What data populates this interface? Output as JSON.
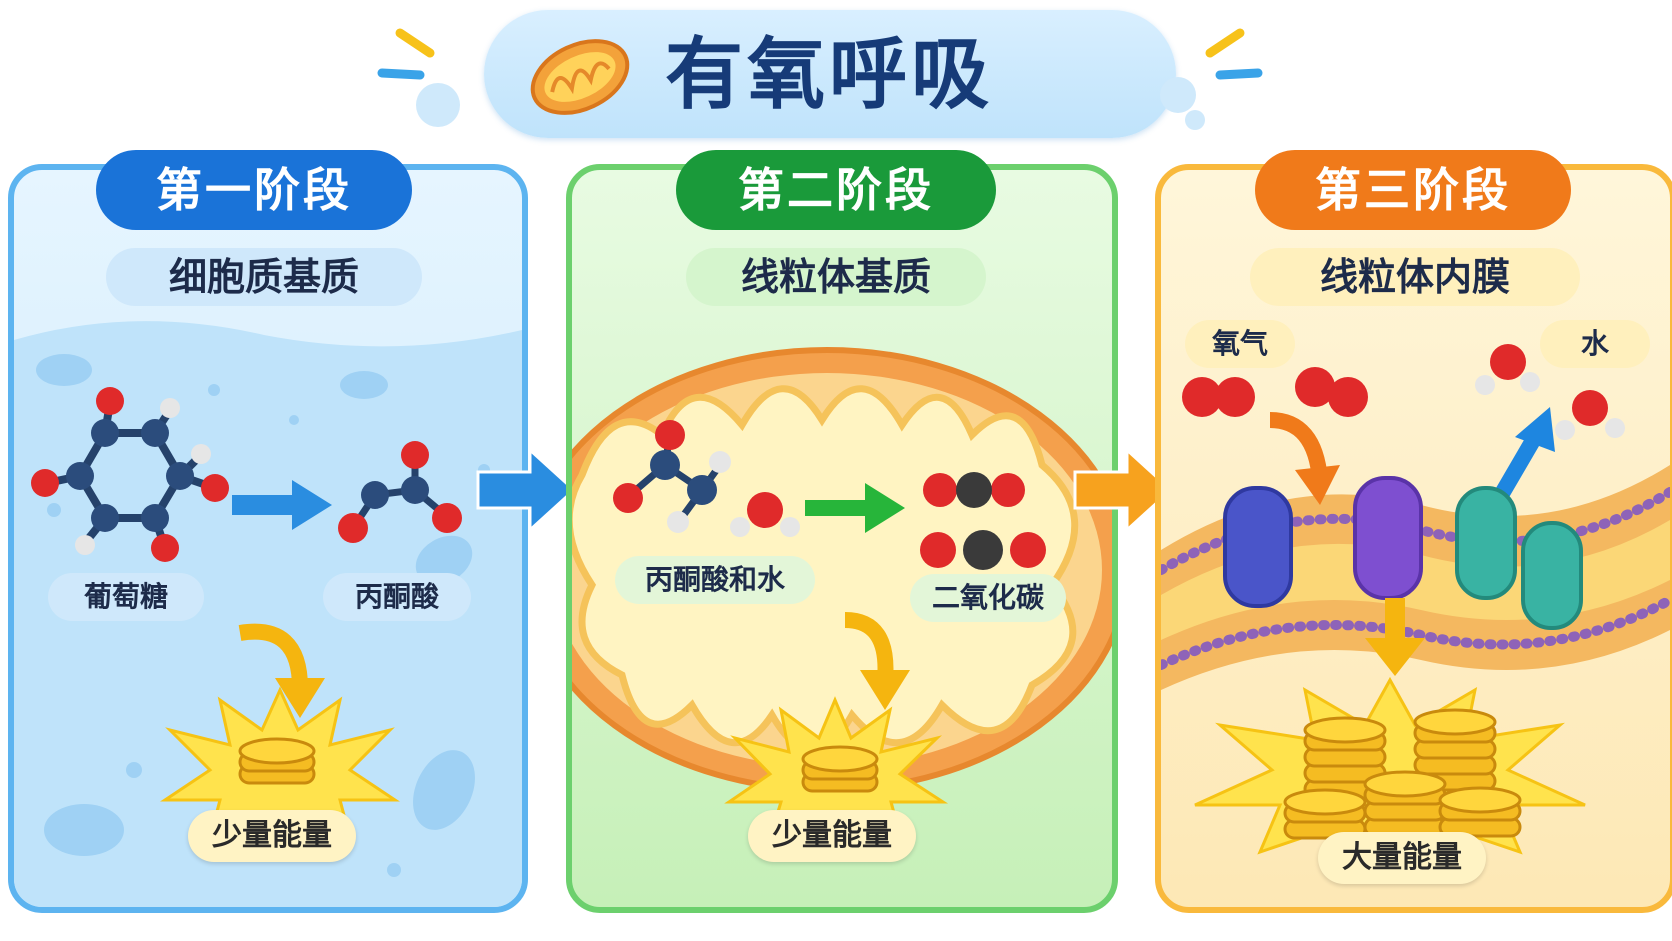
{
  "title": "有氧呼吸",
  "stages": [
    {
      "tab": "第一阶段",
      "location": "细胞质基质",
      "reactant": "葡萄糖",
      "product": "丙酮酸",
      "energy": "少量能量"
    },
    {
      "tab": "第二阶段",
      "location": "线粒体基质",
      "reactant": "丙酮酸和水",
      "product": "二氧化碳",
      "energy": "少量能量"
    },
    {
      "tab": "第三阶段",
      "location": "线粒体内膜",
      "reactant": "氧气",
      "product": "水",
      "energy": "大量能量"
    }
  ],
  "colors": {
    "stage1": "#1a73d8",
    "stage2": "#1a9a3a",
    "stage3": "#f07a1a",
    "title_text": "#163b78"
  }
}
